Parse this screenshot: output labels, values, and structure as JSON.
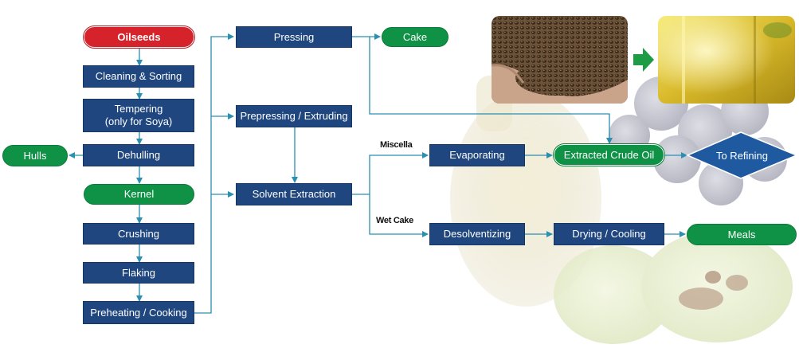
{
  "nodes": {
    "oilseeds": "Oilseeds",
    "cleaning": "Cleaning & Sorting",
    "tempering_1": "Tempering",
    "tempering_2": "(only for Soya)",
    "dehulling": "Dehulling",
    "hulls": "Hulls",
    "kernel": "Kernel",
    "crushing": "Crushing",
    "flaking": "Flaking",
    "preheating": "Preheating / Cooking",
    "pressing": "Pressing",
    "cake": "Cake",
    "prepressing": "Prepressing / Extruding",
    "solvent": "Solvent Extraction",
    "evaporating": "Evaporating",
    "crude_oil": "Extracted Crude Oil",
    "refining": "To Refining",
    "desolventizing": "Desolventizing",
    "drying": "Drying / Cooling",
    "meals": "Meals"
  },
  "labels": {
    "miscella": "Miscella",
    "wet_cake": "Wet Cake"
  },
  "images": {
    "seeds_photo": "seeds-in-hand-photo",
    "oil_photo": "oil-bottle-photo"
  },
  "colors": {
    "box_blue": "#1f467e",
    "pill_green": "#0f9146",
    "pill_red": "#d6232b",
    "line_teal": "#2b8fb0",
    "arrow_green": "#1e9b45"
  }
}
